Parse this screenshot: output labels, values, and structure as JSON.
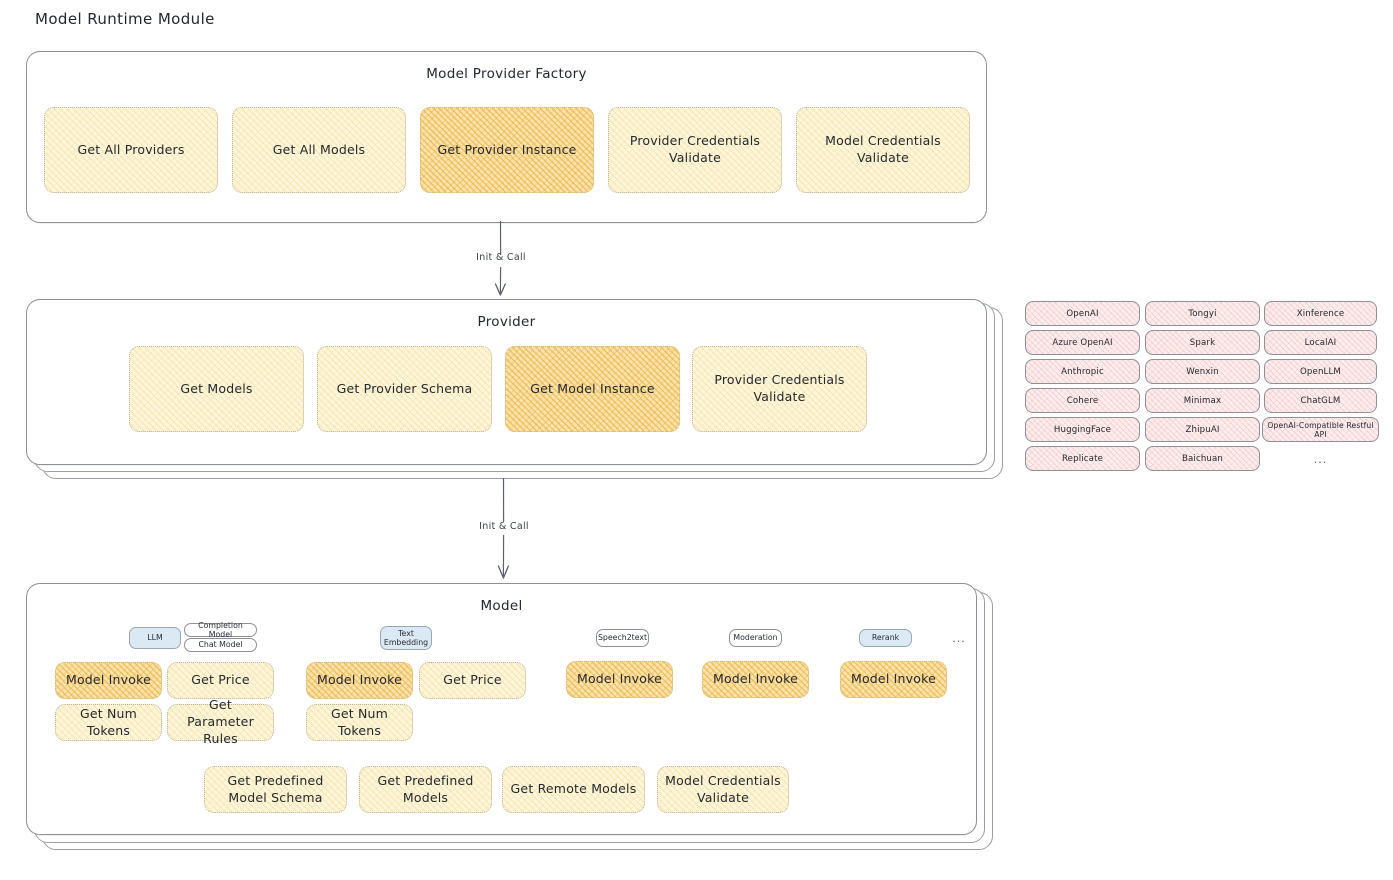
{
  "page": {
    "title": "Model Runtime Module"
  },
  "factory": {
    "title": "Model Provider Factory",
    "nodes": [
      {
        "label": "Get All Providers",
        "highlight": false
      },
      {
        "label": "Get All Models",
        "highlight": false
      },
      {
        "label": "Get Provider Instance",
        "highlight": true
      },
      {
        "label": "Provider Credentials Validate",
        "highlight": false
      },
      {
        "label": "Model Credentials Validate",
        "highlight": false
      }
    ]
  },
  "arrows": [
    {
      "label": "Init & Call"
    },
    {
      "label": "Init & Call"
    }
  ],
  "provider": {
    "title": "Provider",
    "nodes": [
      {
        "label": "Get Models",
        "highlight": false
      },
      {
        "label": "Get Provider Schema",
        "highlight": false
      },
      {
        "label": "Get Model Instance",
        "highlight": true
      },
      {
        "label": "Provider Credentials Validate",
        "highlight": false
      }
    ]
  },
  "provider_list": {
    "columns": [
      {
        "items": [
          "OpenAI",
          "Azure OpenAI",
          "Anthropic",
          "Cohere",
          "HuggingFace",
          "Replicate"
        ]
      },
      {
        "items": [
          "Tongyi",
          "Spark",
          "Wenxin",
          "Minimax",
          "ZhipuAI",
          "Baichuan"
        ]
      },
      {
        "items": [
          "Xinference",
          "LocalAI",
          "OpenLLM",
          "ChatGLM",
          "OpenAI-Compatible Restful API"
        ]
      }
    ],
    "more": "..."
  },
  "model": {
    "title": "Model",
    "more": "...",
    "types": [
      {
        "badge": "LLM",
        "badge_style": "blue",
        "sub_badges": [
          "Completion Model",
          "Chat Model"
        ],
        "nodes": [
          {
            "label": "Model Invoke",
            "highlight": true
          },
          {
            "label": "Get Price",
            "highlight": false
          },
          {
            "label": "Get Num Tokens",
            "highlight": false
          },
          {
            "label": "Get Parameter Rules",
            "highlight": false
          }
        ]
      },
      {
        "badge": "Text Embedding",
        "badge_style": "blue",
        "sub_badges": [],
        "nodes": [
          {
            "label": "Model Invoke",
            "highlight": true
          },
          {
            "label": "Get Price",
            "highlight": false
          },
          {
            "label": "Get Num Tokens",
            "highlight": false
          }
        ]
      },
      {
        "badge": "Speech2text",
        "badge_style": "white",
        "sub_badges": [],
        "nodes": [
          {
            "label": "Model Invoke",
            "highlight": true
          }
        ]
      },
      {
        "badge": "Moderation",
        "badge_style": "white",
        "sub_badges": [],
        "nodes": [
          {
            "label": "Model Invoke",
            "highlight": true
          }
        ]
      },
      {
        "badge": "Rerank",
        "badge_style": "blue",
        "sub_badges": [],
        "nodes": [
          {
            "label": "Model Invoke",
            "highlight": true
          }
        ]
      }
    ],
    "common_nodes": [
      {
        "label": "Get Predefined Model Schema"
      },
      {
        "label": "Get Predefined Models"
      },
      {
        "label": "Get Remote Models"
      },
      {
        "label": "Model Credentials Validate"
      }
    ]
  }
}
